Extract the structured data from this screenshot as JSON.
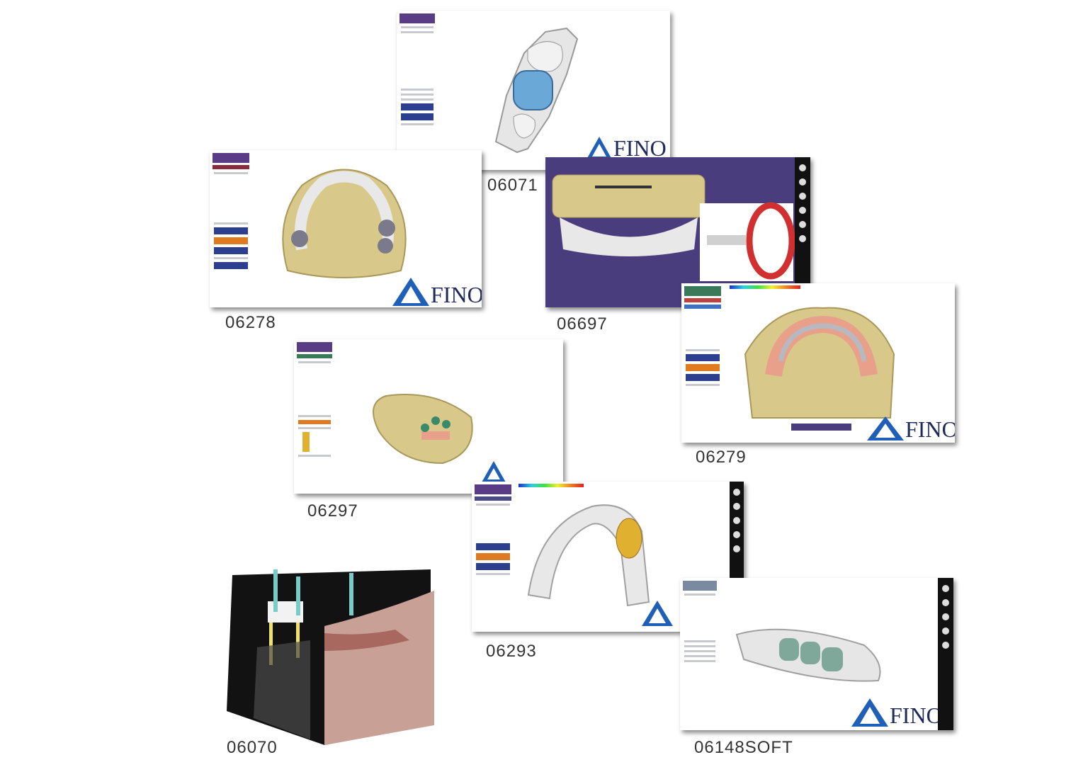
{
  "logo": {
    "text": "FINO",
    "triangle_color": "#1f5fb8",
    "text_color": "#1f2a5c"
  },
  "products": [
    {
      "id": "06071",
      "label": "06071"
    },
    {
      "id": "06278",
      "label": "06278"
    },
    {
      "id": "06697",
      "label": "06697"
    },
    {
      "id": "06279",
      "label": "06279"
    },
    {
      "id": "06297",
      "label": "06297"
    },
    {
      "id": "06293",
      "label": "06293"
    },
    {
      "id": "06070",
      "label": "06070"
    },
    {
      "id": "06148SOFT",
      "label": "06148SOFT"
    }
  ],
  "colors": {
    "plaster": "#d8c88a",
    "accent_purple": "#4a3d7e",
    "gum_pink": "#e9a08a",
    "crown_blue": "#6aa8d8",
    "crown_green": "#7fa89a",
    "crown_gold": "#e0b030"
  }
}
